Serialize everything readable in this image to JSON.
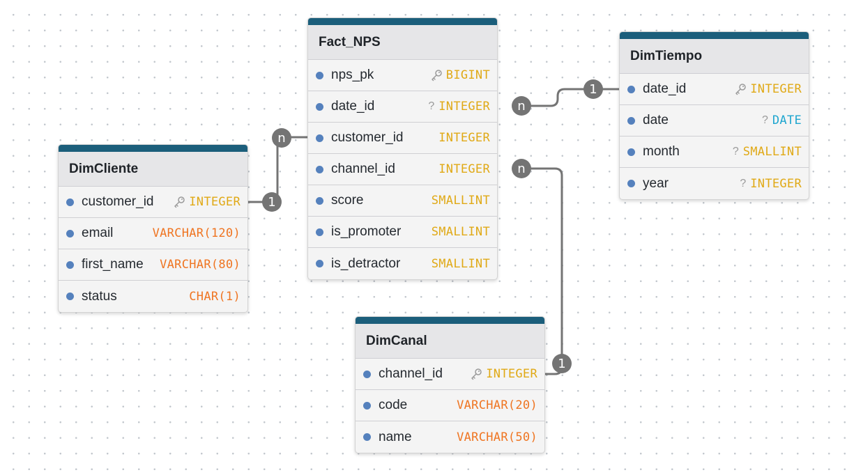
{
  "tables": {
    "fact_nps": {
      "title": "Fact_NPS",
      "columns": [
        {
          "name": "nps_pk",
          "type": "BIGINT",
          "key": true,
          "nullable": false,
          "color": "#e0a916"
        },
        {
          "name": "date_id",
          "type": "INTEGER",
          "key": false,
          "nullable": true,
          "color": "#e0a916"
        },
        {
          "name": "customer_id",
          "type": "INTEGER",
          "key": false,
          "nullable": false,
          "color": "#e0a916"
        },
        {
          "name": "channel_id",
          "type": "INTEGER",
          "key": false,
          "nullable": false,
          "color": "#e0a916"
        },
        {
          "name": "score",
          "type": "SMALLINT",
          "key": false,
          "nullable": false,
          "color": "#e0a916"
        },
        {
          "name": "is_promoter",
          "type": "SMALLINT",
          "key": false,
          "nullable": false,
          "color": "#e0a916"
        },
        {
          "name": "is_detractor",
          "type": "SMALLINT",
          "key": false,
          "nullable": false,
          "color": "#e0a916"
        }
      ]
    },
    "dim_tiempo": {
      "title": "DimTiempo",
      "columns": [
        {
          "name": "date_id",
          "type": "INTEGER",
          "key": true,
          "nullable": false,
          "color": "#e0a916"
        },
        {
          "name": "date",
          "type": "DATE",
          "key": false,
          "nullable": true,
          "color": "#1fa6cf"
        },
        {
          "name": "month",
          "type": "SMALLINT",
          "key": false,
          "nullable": true,
          "color": "#e0a916"
        },
        {
          "name": "year",
          "type": "INTEGER",
          "key": false,
          "nullable": true,
          "color": "#e0a916"
        }
      ]
    },
    "dim_cliente": {
      "title": "DimCliente",
      "columns": [
        {
          "name": "customer_id",
          "type": "INTEGER",
          "key": true,
          "nullable": false,
          "color": "#e0a916"
        },
        {
          "name": "email",
          "type": "VARCHAR(120)",
          "key": false,
          "nullable": false,
          "color": "#ef7522"
        },
        {
          "name": "first_name",
          "type": "VARCHAR(80)",
          "key": false,
          "nullable": false,
          "color": "#ef7522"
        },
        {
          "name": "status",
          "type": "CHAR(1)",
          "key": false,
          "nullable": false,
          "color": "#ef7522"
        }
      ]
    },
    "dim_canal": {
      "title": "DimCanal",
      "columns": [
        {
          "name": "channel_id",
          "type": "INTEGER",
          "key": true,
          "nullable": false,
          "color": "#e0a916"
        },
        {
          "name": "code",
          "type": "VARCHAR(20)",
          "key": false,
          "nullable": false,
          "color": "#ef7522"
        },
        {
          "name": "name",
          "type": "VARCHAR(50)",
          "key": false,
          "nullable": false,
          "color": "#ef7522"
        }
      ]
    }
  },
  "relationships": [
    {
      "from": "Fact_NPS.date_id",
      "to": "DimTiempo.date_id",
      "from_card": "n",
      "to_card": "1"
    },
    {
      "from": "Fact_NPS.customer_id",
      "to": "DimCliente.customer_id",
      "from_card": "n",
      "to_card": "1"
    },
    {
      "from": "Fact_NPS.channel_id",
      "to": "DimCanal.channel_id",
      "from_card": "n",
      "to_card": "1"
    }
  ],
  "null_marker": "?",
  "colors": {
    "header_bar": "#1b5e7b",
    "column_dot": "#5581bd",
    "connector": "#747474",
    "type_integer": "#e0a916",
    "type_varchar": "#ef7522",
    "type_date": "#1fa6cf"
  }
}
